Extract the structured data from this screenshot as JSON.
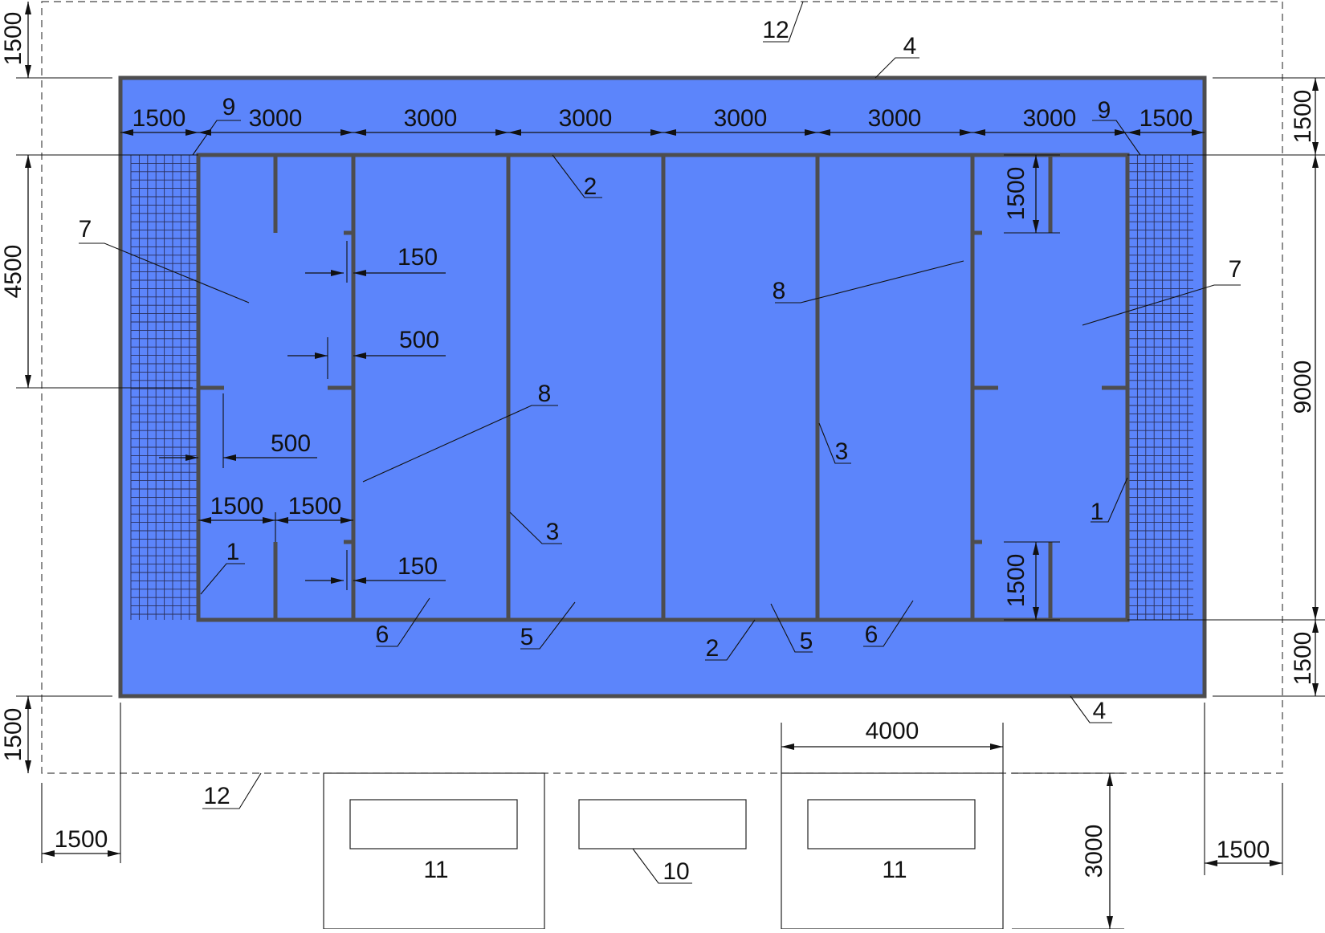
{
  "colors": {
    "zone_fill": "#5c85fb",
    "wall": "#4d4d4f",
    "line": "#111111"
  },
  "plan": {
    "room_width_labels": [
      "3000",
      "3000",
      "3000",
      "3000",
      "3000",
      "3000"
    ],
    "edge_width_label_left": "1500",
    "edge_width_label_right": "1500",
    "top_margin_label": "1500",
    "bottom_margin_label": "1500",
    "left_margin_label": "1500",
    "right_margin_label": "1500",
    "top_band_label": "1500",
    "bottom_band_label": "1500",
    "total_height_label": "9000",
    "half_height_label": "4500",
    "partition_length_top_label": "1500",
    "partition_length_bottom_label": "1500",
    "gap_150_top_label": "150",
    "gap_500_label": "500",
    "gap_500_left_label": "500",
    "gap_150_bottom_label": "150",
    "split_left_label": "1500",
    "split_right_label": "1500",
    "building_width_label": "4000",
    "building_depth_label": "3000"
  },
  "callouts": {
    "n1": "1",
    "n2": "2",
    "n3": "3",
    "n4": "4",
    "n5": "5",
    "n6": "6",
    "n7": "7",
    "n8": "8",
    "n9": "9",
    "n10": "10",
    "n11": "11",
    "n12": "12"
  }
}
